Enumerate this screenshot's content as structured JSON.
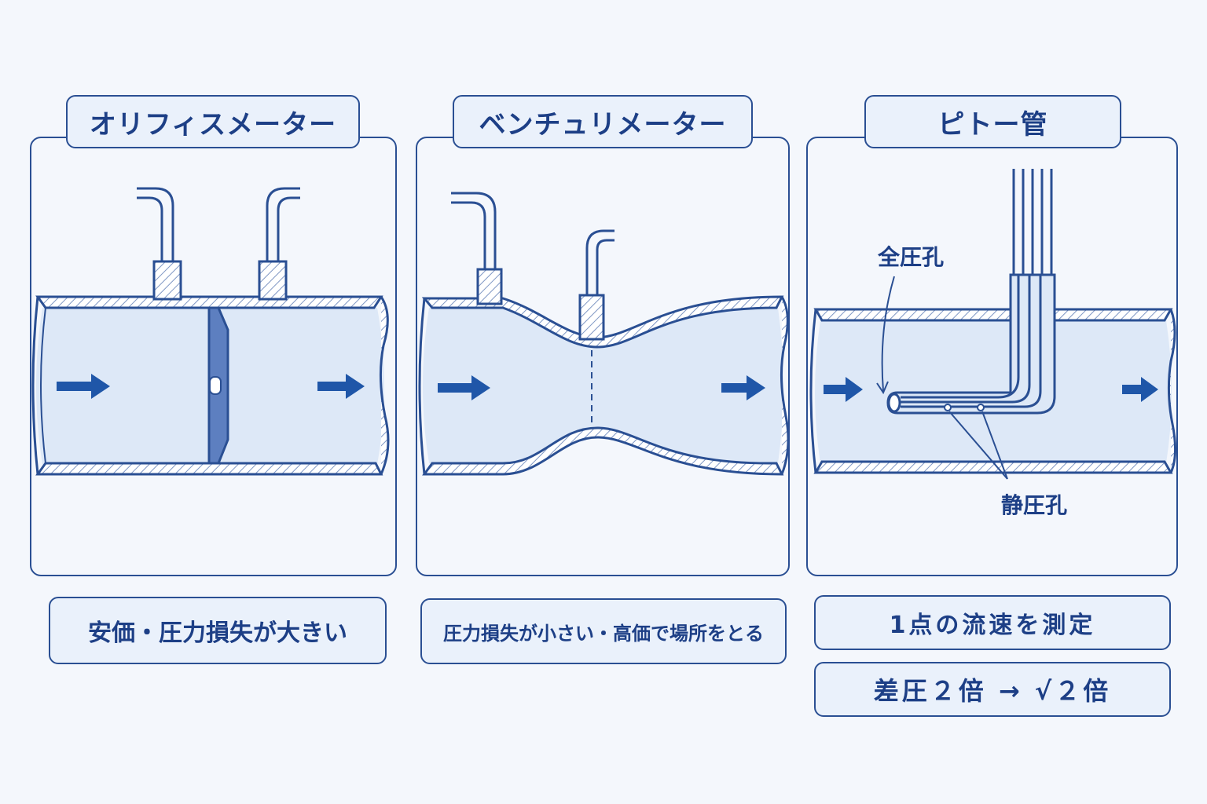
{
  "panels": [
    {
      "title": "オリフィスメーター",
      "note": "安価・圧力損失が大きい"
    },
    {
      "title": "ベンチュリメーター",
      "note": "圧力損失が小さい・高価で場所をとる"
    },
    {
      "title": "ピトー管",
      "notes": [
        "1点の流速を測定",
        "差圧２倍 → √２倍"
      ],
      "labels": {
        "total_port": "全圧孔",
        "static_port": "静圧孔"
      }
    }
  ],
  "colors": {
    "line": "#2a4f93",
    "fill": "#dde8f7",
    "arrow": "#1f56a8",
    "background": "#f4f7fc"
  }
}
